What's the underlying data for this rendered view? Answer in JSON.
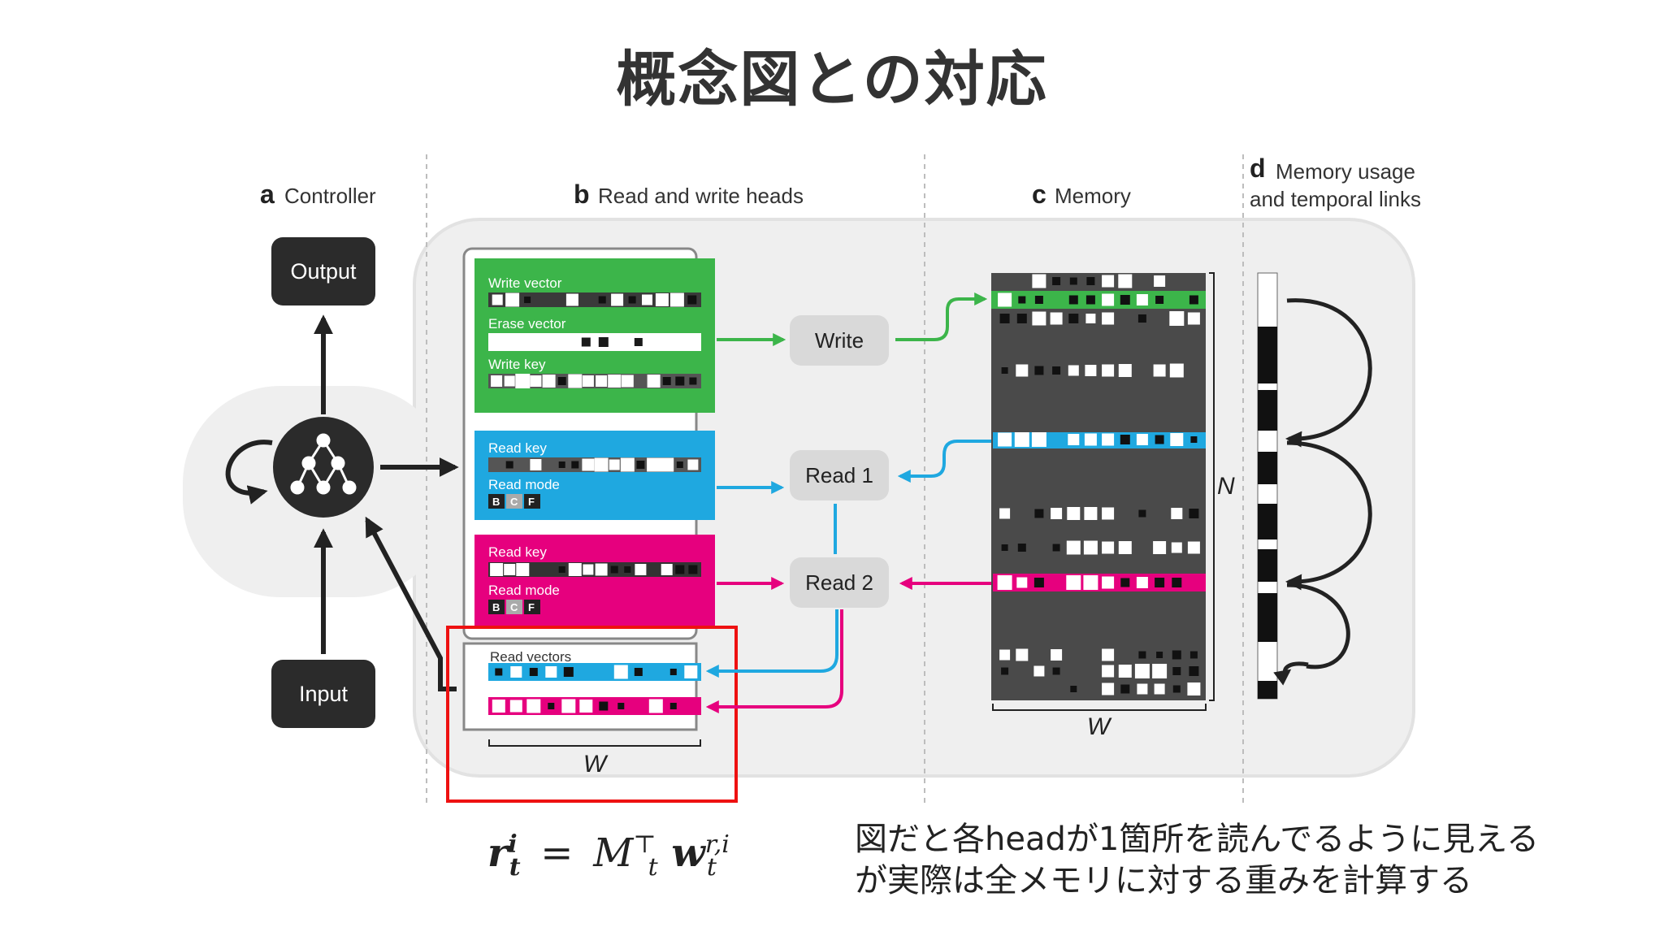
{
  "title": "概念図との対応",
  "sections": {
    "a_letter": "a",
    "a_label": "Controller",
    "b_letter": "b",
    "b_label": "Read and write heads",
    "c_letter": "c",
    "c_label": "Memory",
    "d_letter": "d",
    "d_label_1": "Memory usage",
    "d_label_2": "and temporal links"
  },
  "controller": {
    "output": "Output",
    "input": "Input"
  },
  "heads": {
    "write_vector": "Write vector",
    "erase_vector": "Erase vector",
    "write_key": "Write key",
    "read_key_1": "Read key",
    "read_mode_1": "Read mode",
    "read_key_2": "Read key",
    "read_mode_2": "Read mode",
    "read_vectors": "Read vectors",
    "mode_b": "B",
    "mode_c": "C",
    "mode_f": "F",
    "width_label": "W"
  },
  "ops": {
    "write": "Write",
    "read1": "Read 1",
    "read2": "Read 2"
  },
  "memory": {
    "n_label": "N",
    "w_label": "W"
  },
  "colors": {
    "green": "#3cb54a",
    "blue": "#1fa8e0",
    "magenta": "#e6007e",
    "highlight": "#ee1111",
    "dark": "#4a4a4a"
  },
  "formula": {
    "lhs": "r",
    "lhs_sup": "i",
    "lhs_sub": "t",
    "eq": "=",
    "m": "M",
    "m_sup": "⊤",
    "m_sub": "t",
    "w": "w",
    "w_sup": "r,i",
    "w_sub": "t"
  },
  "note": {
    "line1": "図だと各headが1箇所を読んでるように見える",
    "line2": "が実際は全メモリに対する重みを計算する"
  }
}
